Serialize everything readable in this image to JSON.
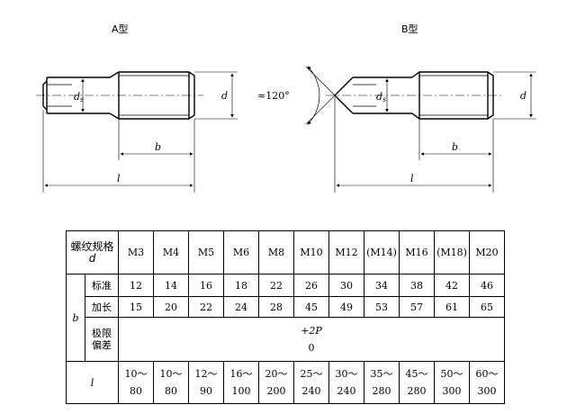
{
  "drawing": {
    "type_a_label": "A型",
    "type_b_label": "B型",
    "angle_label": "≈120°",
    "dim_ds": "d",
    "dim_ds_sub": "s",
    "dim_d": "d",
    "dim_b": "b",
    "dim_l": "l"
  },
  "table": {
    "header_label_line1": "螺纹规格",
    "header_label_line2": "d",
    "sizes": [
      "M3",
      "M4",
      "M5",
      "M6",
      "M8",
      "M10",
      "M12",
      "(M14)",
      "M16",
      "(M18)",
      "M20"
    ],
    "b_label": "b",
    "rows": {
      "standard_label": "标准",
      "standard_values": [
        "12",
        "14",
        "16",
        "18",
        "22",
        "26",
        "30",
        "34",
        "38",
        "42",
        "46"
      ],
      "extended_label": "加长",
      "extended_values": [
        "15",
        "20",
        "22",
        "24",
        "28",
        "45",
        "49",
        "53",
        "57",
        "61",
        "65"
      ],
      "tolerance_label_line1": "极限",
      "tolerance_label_line2": "偏差",
      "tolerance_upper": "+2P",
      "tolerance_lower": "0"
    },
    "l_label": "l",
    "l_ranges": [
      {
        "min": "10～",
        "max": "80"
      },
      {
        "min": "10～",
        "max": "80"
      },
      {
        "min": "12～",
        "max": "90"
      },
      {
        "min": "16～",
        "max": "100"
      },
      {
        "min": "20～",
        "max": "200"
      },
      {
        "min": "25～",
        "max": "240"
      },
      {
        "min": "30～",
        "max": "240"
      },
      {
        "min": "35～",
        "max": "280"
      },
      {
        "min": "45～",
        "max": "280"
      },
      {
        "min": "50～",
        "max": "300"
      },
      {
        "min": "60～",
        "max": "300"
      }
    ]
  }
}
